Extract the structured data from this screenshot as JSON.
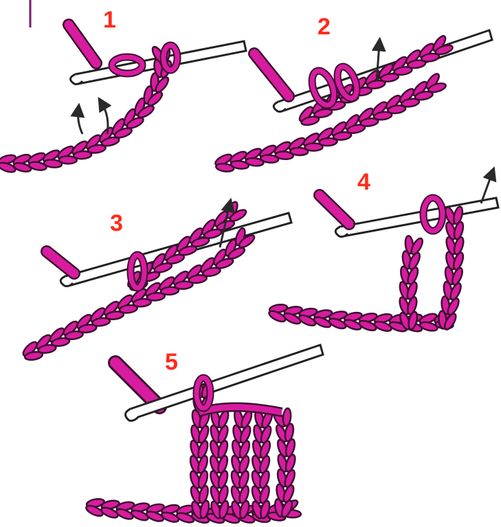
{
  "colors": {
    "yarn": "#d81c9f",
    "yarn_outline": "#3a1030",
    "hook": "#ffffff",
    "hook_outline": "#222222",
    "number": "#ff2a1a",
    "arrow": "#2a2a2a",
    "edge_mark": "#7a1a6a"
  },
  "steps": [
    {
      "number": "1",
      "icon": "crochet-step-yo-insert"
    },
    {
      "number": "2",
      "icon": "crochet-step-pull-loop"
    },
    {
      "number": "3",
      "icon": "crochet-step-yo-through-two"
    },
    {
      "number": "4",
      "icon": "crochet-step-yo-through-two-again"
    },
    {
      "number": "5",
      "icon": "crochet-step-completed-row"
    }
  ]
}
